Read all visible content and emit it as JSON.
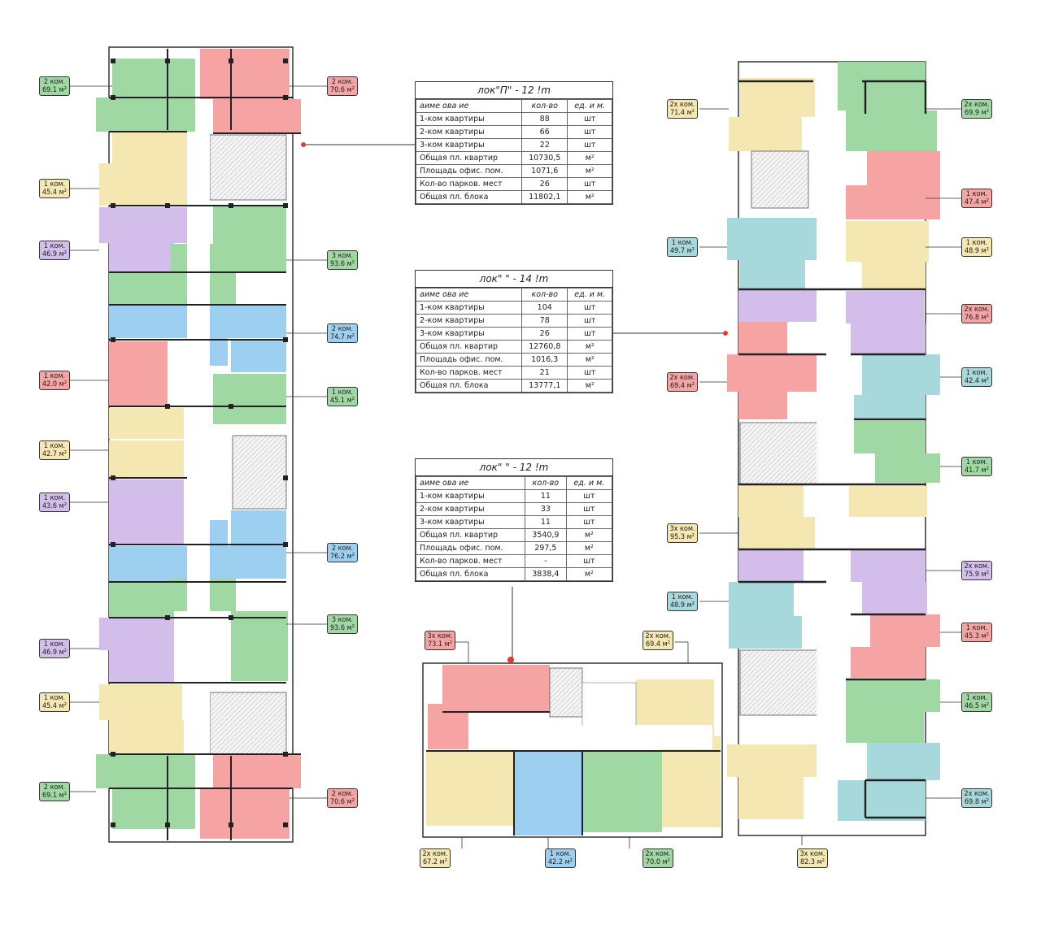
{
  "tables": [
    {
      "title": "лок\"П\" - 12 !m",
      "headers": [
        "аиме ова ие",
        "кол-во",
        "ед. и м."
      ],
      "rows": [
        [
          "1-ком квартиры",
          "88",
          "шт"
        ],
        [
          "2-ком квартиры",
          "66",
          "шт"
        ],
        [
          "3-ком квартиры",
          "22",
          "шт"
        ],
        [
          "Общая пл. квартир",
          "10730,5",
          "м²"
        ],
        [
          "Площадь офис. пом.",
          "1071,6",
          "м²"
        ],
        [
          "Кол-во парков. мест",
          "26",
          "шт"
        ],
        [
          "Общая пл. блока",
          "11802,1",
          "м²"
        ]
      ]
    },
    {
      "title": "лок\" \" - 14 !m",
      "headers": [
        "аиме ова ие",
        "кол-во",
        "ед. и м."
      ],
      "rows": [
        [
          "1-ком квартиры",
          "104",
          "шт"
        ],
        [
          "2-ком квартиры",
          "78",
          "шт"
        ],
        [
          "3-ком квартиры",
          "26",
          "шт"
        ],
        [
          "Общая пл. квартир",
          "12760,8",
          "м²"
        ],
        [
          "Площадь офис. пом.",
          "1016,3",
          "м²"
        ],
        [
          "Кол-во парков. мест",
          "21",
          "шт"
        ],
        [
          "Общая пл. блока",
          "13777,1",
          "м²"
        ]
      ]
    },
    {
      "title": "лок\" \" - 12 !m",
      "headers": [
        "аиме ова ие",
        "кол-во",
        "ед. и м."
      ],
      "rows": [
        [
          "1-ком квартиры",
          "11",
          "шт"
        ],
        [
          "2-ком квартиры",
          "33",
          "шт"
        ],
        [
          "3-ком квартиры",
          "11",
          "шт"
        ],
        [
          "Общая пл. квартир",
          "3540,9",
          "м²"
        ],
        [
          "Площадь офис. пом.",
          "297,5",
          "м²"
        ],
        [
          "Кол-во парков. мест",
          "-",
          "шт"
        ],
        [
          "Общая пл. блока",
          "3838,4",
          "м²"
        ]
      ]
    }
  ],
  "labels_left_block": [
    {
      "rooms": "2 ком.",
      "area": "69.1 м²",
      "color": "#9fd8a3"
    },
    {
      "rooms": "1 ком.",
      "area": "45.4 м²",
      "color": "#f5e7b1"
    },
    {
      "rooms": "1 ком.",
      "area": "46.9 м²",
      "color": "#d3bdea"
    },
    {
      "rooms": "1 ком.",
      "area": "42.0 м²",
      "color": "#f6a3a3"
    },
    {
      "rooms": "1 ком.",
      "area": "42.7 м²",
      "color": "#f5e7b1"
    },
    {
      "rooms": "1 ком.",
      "area": "43.6 м²",
      "color": "#d3bdea"
    },
    {
      "rooms": "1 ком.",
      "area": "46.9 м²",
      "color": "#d3bdea"
    },
    {
      "rooms": "1 ком.",
      "area": "45.4 м²",
      "color": "#f5e7b1"
    },
    {
      "rooms": "2 ком.",
      "area": "69.1 м²",
      "color": "#9fd8a3"
    },
    {
      "rooms": "2 ком.",
      "area": "70.6 м²",
      "color": "#f6a3a3"
    },
    {
      "rooms": "3 ком.",
      "area": "93.6 м²",
      "color": "#9fd8a3"
    },
    {
      "rooms": "2 ком.",
      "area": "74.7 м²",
      "color": "#9ccff0"
    },
    {
      "rooms": "1 ком.",
      "area": "45.1 м²",
      "color": "#9fd8a3"
    },
    {
      "rooms": "2 ком.",
      "area": "76.2 м²",
      "color": "#9ccff0"
    },
    {
      "rooms": "3 ком.",
      "area": "93.6 м²",
      "color": "#9fd8a3"
    },
    {
      "rooms": "2 ком.",
      "area": "70.6 м²",
      "color": "#f6a3a3"
    }
  ],
  "labels_right_block": [
    {
      "rooms": "2х ком.",
      "area": "71.4 м²",
      "color": "#f5e7b1"
    },
    {
      "rooms": "1 ком.",
      "area": "49.7 м²",
      "color": "#a7d8dc"
    },
    {
      "rooms": "2х ком.",
      "area": "69.4 м²",
      "color": "#f6a3a3"
    },
    {
      "rooms": "3х ком.",
      "area": "95.3 м²",
      "color": "#f5e7b1"
    },
    {
      "rooms": "1 ком.",
      "area": "48.9 м²",
      "color": "#a7d8dc"
    },
    {
      "rooms": "2х ком.",
      "area": "69.9 м²",
      "color": "#9fd8a3"
    },
    {
      "rooms": "1 ком.",
      "area": "47.4 м²",
      "color": "#f6a3a3"
    },
    {
      "rooms": "1 ком.",
      "area": "48.9 м²",
      "color": "#f5e7b1"
    },
    {
      "rooms": "2х ком.",
      "area": "76.8 м²",
      "color": "#f6a3a3"
    },
    {
      "rooms": "1 ком.",
      "area": "42.4 м²",
      "color": "#a7d8dc"
    },
    {
      "rooms": "1 ком.",
      "area": "41.7 м²",
      "color": "#9fd8a3"
    },
    {
      "rooms": "2х ком.",
      "area": "75.9 м²",
      "color": "#d3bdea"
    },
    {
      "rooms": "1 ком.",
      "area": "45.3 м²",
      "color": "#f6a3a3"
    },
    {
      "rooms": "1 ком.",
      "area": "46.5 м²",
      "color": "#9fd8a3"
    },
    {
      "rooms": "2х ком.",
      "area": "69.8 м²",
      "color": "#a7d8dc"
    },
    {
      "rooms": "3х ком.",
      "area": "82.3 м²",
      "color": "#f5e7b1"
    }
  ],
  "labels_bottom_block": [
    {
      "rooms": "3х ком.",
      "area": "73.1 м²",
      "color": "#f6a3a3"
    },
    {
      "rooms": "2х ком.",
      "area": "69.4 м²",
      "color": "#f5e7b1"
    },
    {
      "rooms": "2х ком.",
      "area": "67.2 м²",
      "color": "#f5e7b1"
    },
    {
      "rooms": "1 ком.",
      "area": "42.2 м²",
      "color": "#9ccff0"
    },
    {
      "rooms": "2х ком.",
      "area": "70.0 м²",
      "color": "#9fd8a3"
    }
  ]
}
